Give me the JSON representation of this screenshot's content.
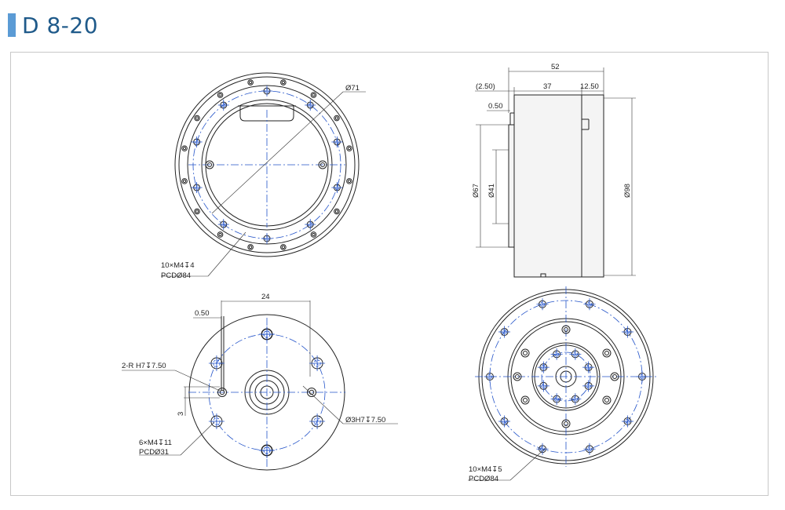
{
  "title": "D 8-20",
  "colors": {
    "accent": "#5b9bd5",
    "title_text": "#1f5a8a",
    "centerline": "#2454c9",
    "frame": "#c8c8c8"
  },
  "top_left_view": {
    "diameter_label": "Ø71",
    "holes_label": "10×M4↧4",
    "pcd_label": "PCDØ84"
  },
  "top_right_view": {
    "overall_length": "52",
    "offset_paren": "(2.50)",
    "body_length": "37",
    "flange_length": "12.50",
    "step": "0.50",
    "dia_67": "Ø67",
    "dia_41": "Ø41",
    "dia_98": "Ø98"
  },
  "bottom_left_view": {
    "width_label": "24",
    "step_label": "0.50",
    "radius_label": "2-R H7↧7.50",
    "offset_label": "3",
    "bore_label": "Ø3H7↧7.50",
    "holes_label": "6×M4↧11",
    "pcd_label": "PCDØ31"
  },
  "bottom_right_view": {
    "holes_label": "10×M4↧5",
    "pcd_label": "PCDØ84"
  }
}
